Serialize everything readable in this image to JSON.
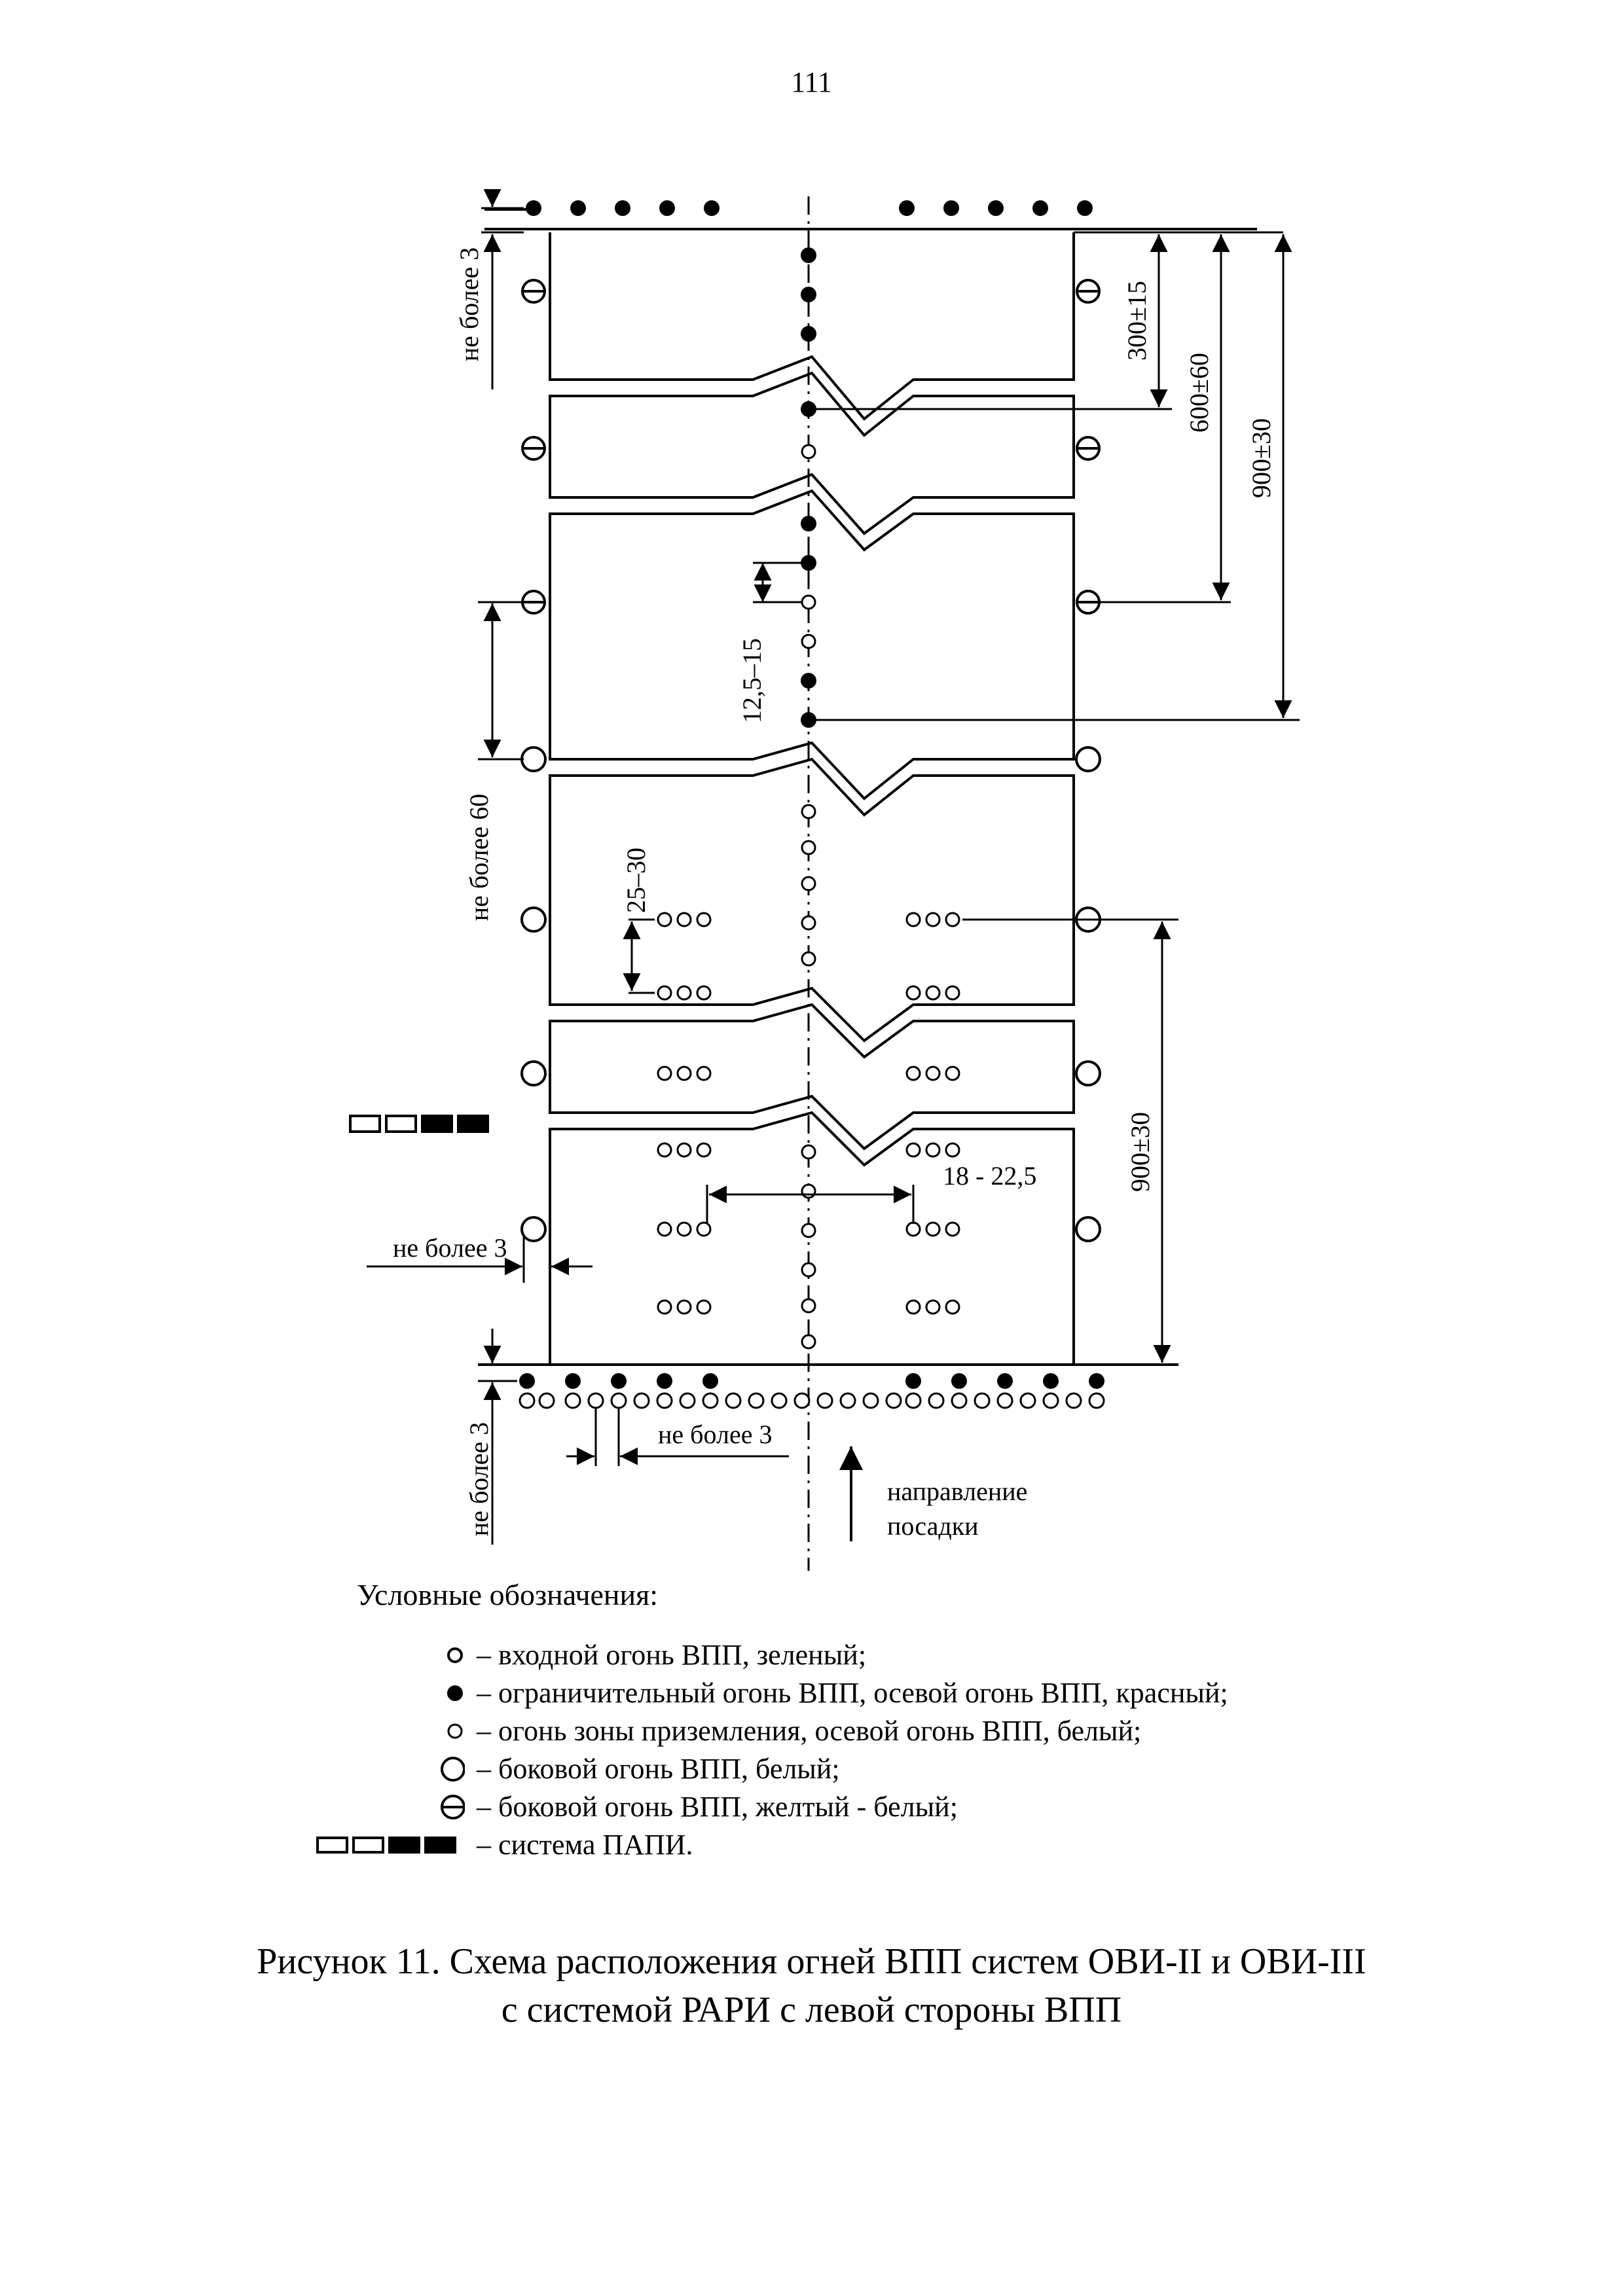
{
  "page_number": "111",
  "labels": {
    "top_gap": "не более 3",
    "dim_300": "300±15",
    "dim_600": "600±60",
    "dim_900_top": "900±30",
    "dim_12_15": "12,5–15",
    "left_60": "не более 60",
    "dim_25_30": "25–30",
    "dim_900_bottom": "900±30",
    "dim_18_22": "18 - 22,5",
    "edge_gap": "не более 3",
    "bottom_gap": "не более 3",
    "bottom_gap_left": "не более 3",
    "direction_line1": "направление",
    "direction_line2": "посадки"
  },
  "legend": {
    "title": "Условные обозначения:",
    "items": [
      {
        "symbol": "green-threshold-light-icon",
        "text": "– входной огонь ВПП, зеленый;"
      },
      {
        "symbol": "red-end-light-icon",
        "text": "– ограничительный огонь ВПП, осевой огонь ВПП, красный;"
      },
      {
        "symbol": "white-touchdown-light-icon",
        "text": "– огонь зоны приземления, осевой огонь ВПП, белый;"
      },
      {
        "symbol": "white-edge-light-icon",
        "text": "– боковой огонь ВПП, белый;"
      },
      {
        "symbol": "yellow-white-edge-light-icon",
        "text": "– боковой огонь ВПП, желтый - белый;"
      },
      {
        "symbol": "papi-system-icon",
        "text": "– система ПАПИ."
      }
    ]
  },
  "caption": {
    "line1": "Рисунок 11. Схема расположения огней ВПП систем ОВИ-II и ОВИ-III",
    "line2": "с системой РАРИ с левой стороны ВПП"
  }
}
